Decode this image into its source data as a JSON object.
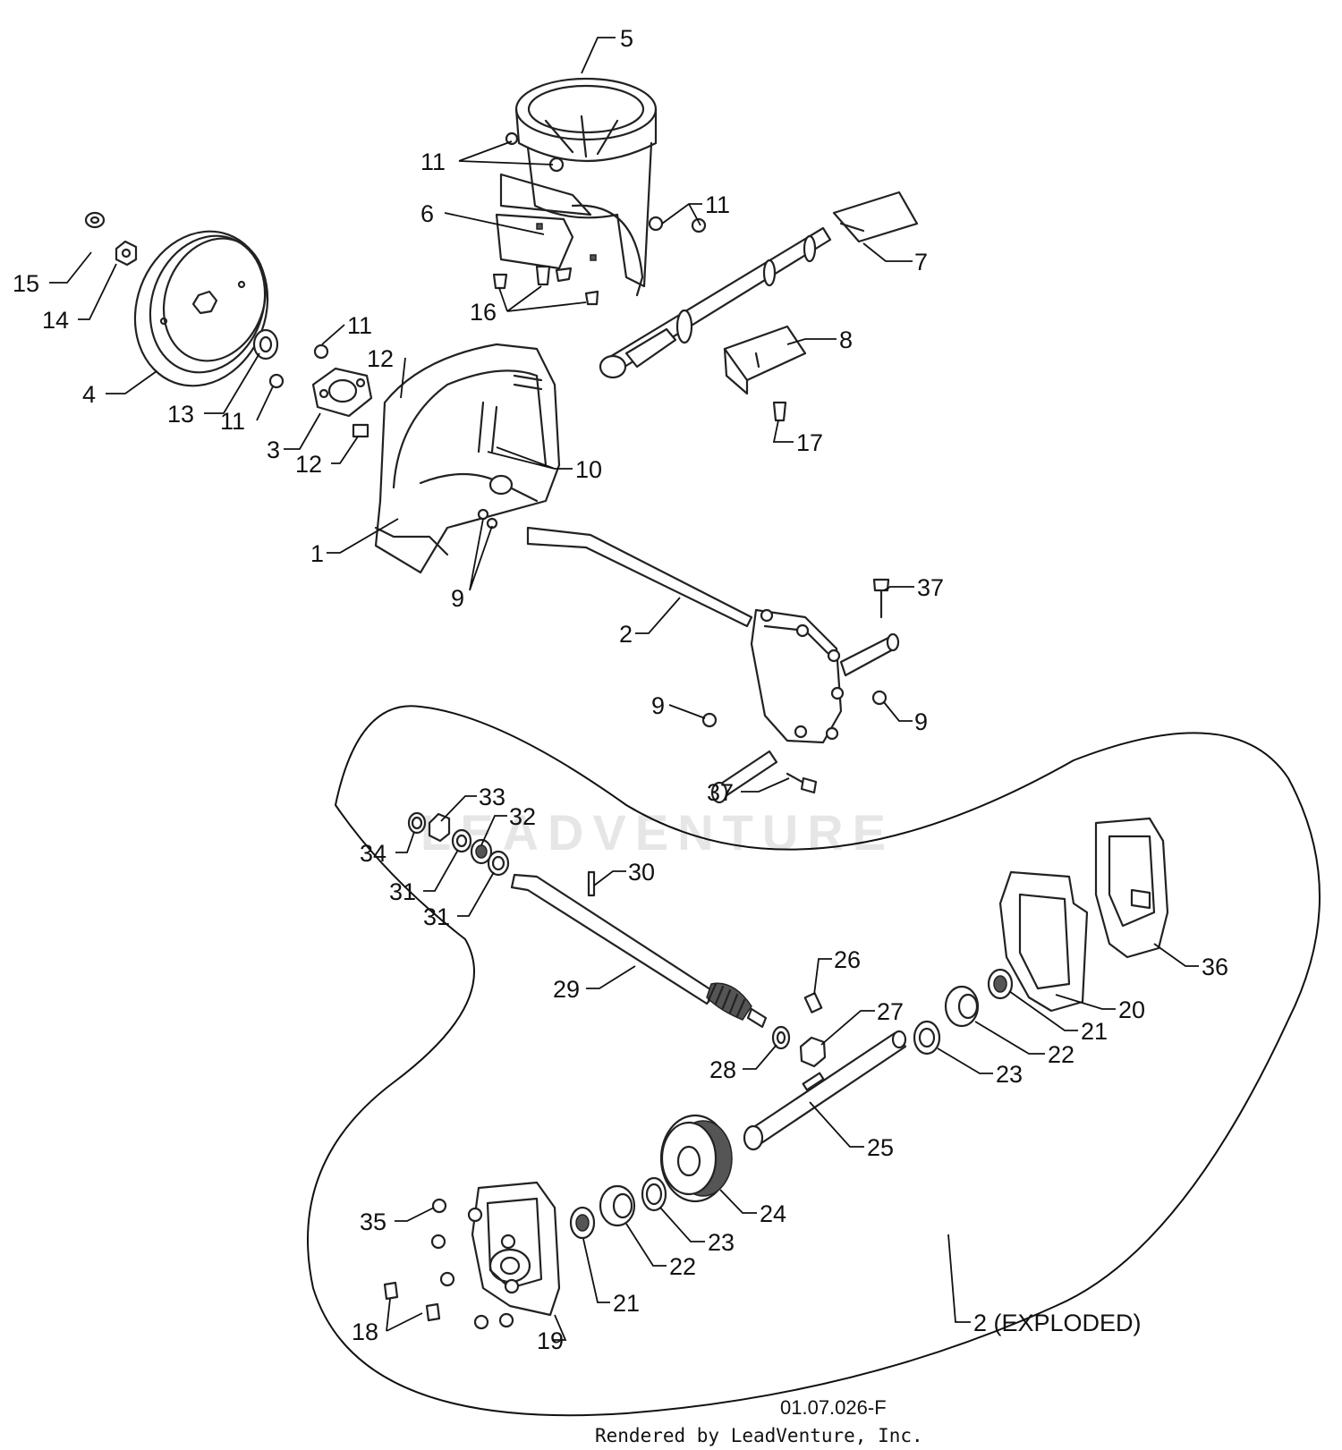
{
  "diagram": {
    "drawing_code": "01.07.026-F",
    "credit": "Rendered by LeadVenture, Inc.",
    "watermark": "LEADVENTURE",
    "exploded_label": "2 (EXPLODED)",
    "callouts": [
      {
        "id": "c5",
        "text": "5"
      },
      {
        "id": "c11a",
        "text": "11"
      },
      {
        "id": "c6",
        "text": "6"
      },
      {
        "id": "c11b",
        "text": "11"
      },
      {
        "id": "c7",
        "text": "7"
      },
      {
        "id": "c15",
        "text": "15"
      },
      {
        "id": "c14",
        "text": "14"
      },
      {
        "id": "c16",
        "text": "16"
      },
      {
        "id": "c11c",
        "text": "11"
      },
      {
        "id": "c8",
        "text": "8"
      },
      {
        "id": "c12a",
        "text": "12"
      },
      {
        "id": "c4",
        "text": "4"
      },
      {
        "id": "c13",
        "text": "13"
      },
      {
        "id": "c11d",
        "text": "11"
      },
      {
        "id": "c3",
        "text": "3"
      },
      {
        "id": "c12b",
        "text": "12"
      },
      {
        "id": "c17",
        "text": "17"
      },
      {
        "id": "c10",
        "text": "10"
      },
      {
        "id": "c1",
        "text": "1"
      },
      {
        "id": "c9a",
        "text": "9"
      },
      {
        "id": "c37a",
        "text": "37"
      },
      {
        "id": "c2",
        "text": "2"
      },
      {
        "id": "c9b",
        "text": "9"
      },
      {
        "id": "c9c",
        "text": "9"
      },
      {
        "id": "c37b",
        "text": "37"
      },
      {
        "id": "c33",
        "text": "33"
      },
      {
        "id": "c32",
        "text": "32"
      },
      {
        "id": "c34",
        "text": "34"
      },
      {
        "id": "c30",
        "text": "30"
      },
      {
        "id": "c31a",
        "text": "31"
      },
      {
        "id": "c31b",
        "text": "31"
      },
      {
        "id": "c26",
        "text": "26"
      },
      {
        "id": "c36",
        "text": "36"
      },
      {
        "id": "c29",
        "text": "29"
      },
      {
        "id": "c27",
        "text": "27"
      },
      {
        "id": "c20",
        "text": "20"
      },
      {
        "id": "c21a",
        "text": "21"
      },
      {
        "id": "c22a",
        "text": "22"
      },
      {
        "id": "c28",
        "text": "28"
      },
      {
        "id": "c23a",
        "text": "23"
      },
      {
        "id": "c25",
        "text": "25"
      },
      {
        "id": "c24",
        "text": "24"
      },
      {
        "id": "c35",
        "text": "35"
      },
      {
        "id": "c23b",
        "text": "23"
      },
      {
        "id": "c22b",
        "text": "22"
      },
      {
        "id": "c21b",
        "text": "21"
      },
      {
        "id": "c18",
        "text": "18"
      },
      {
        "id": "c19",
        "text": "19"
      }
    ]
  }
}
